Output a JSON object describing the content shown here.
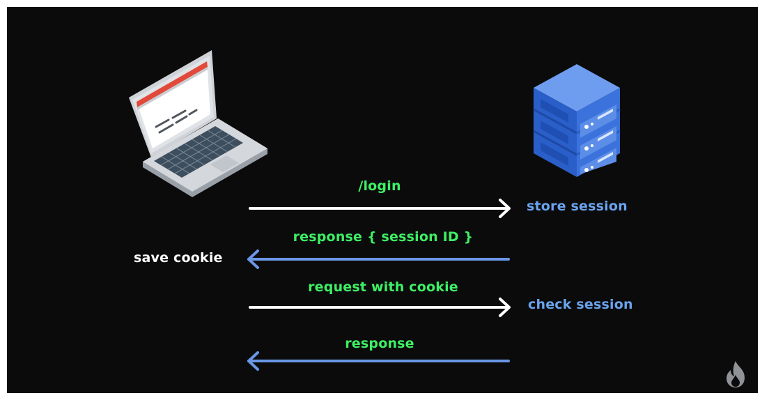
{
  "steps": {
    "login": "/login",
    "session_response": "response { session ID }",
    "request_cookie": "request with cookie",
    "response": "response"
  },
  "labels": {
    "save_cookie": "save cookie",
    "store_session": "store session",
    "check_session": "check session"
  },
  "icons": {
    "client": "laptop-icon",
    "server": "server-icon",
    "brand": "flame-logo-icon"
  },
  "colors": {
    "background": "#0b0b0c",
    "step_text": "#3ef064",
    "server_text": "#6aa3ee",
    "request_arrow": "#ffffff",
    "response_arrow": "#6a97e6"
  }
}
